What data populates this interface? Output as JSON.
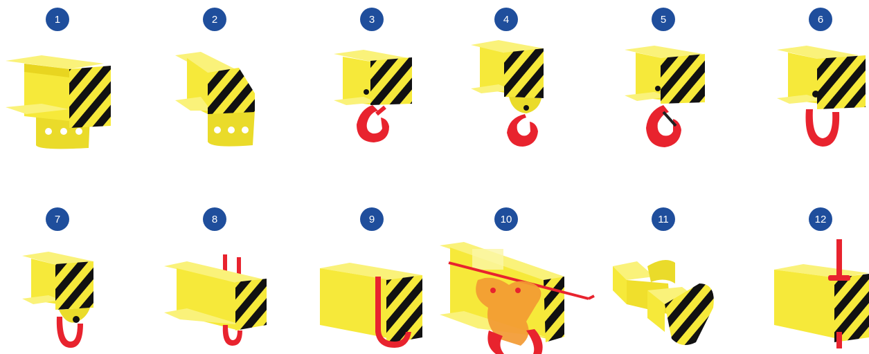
{
  "colors": {
    "badge": "#1f4e9c",
    "beam_face": "#f6e93a",
    "beam_light": "#faf27a",
    "beam_dark": "#e8d520",
    "hazard_black": "#111111",
    "hook_red": "#e8232e",
    "clamp_orange": "#f29a33"
  },
  "items": [
    {
      "number": "1",
      "icon": "beam-end-with-lug-plate-icon"
    },
    {
      "number": "2",
      "icon": "beam-end-angled-lug-plate-icon"
    },
    {
      "number": "3",
      "icon": "beam-end-with-hook-icon"
    },
    {
      "number": "4",
      "icon": "beam-end-swivel-hook-icon"
    },
    {
      "number": "5",
      "icon": "beam-end-hook-with-latch-icon"
    },
    {
      "number": "6",
      "icon": "beam-end-shackle-icon"
    },
    {
      "number": "7",
      "icon": "beam-end-small-shackle-icon"
    },
    {
      "number": "8",
      "icon": "i-beam-through-shackle-icon"
    },
    {
      "number": "9",
      "icon": "box-beam-u-bolt-icon"
    },
    {
      "number": "10",
      "icon": "beam-clamp-icon"
    },
    {
      "number": "11",
      "icon": "beam-angled-end-icon"
    },
    {
      "number": "12",
      "icon": "box-beam-vertical-pin-icon"
    }
  ]
}
